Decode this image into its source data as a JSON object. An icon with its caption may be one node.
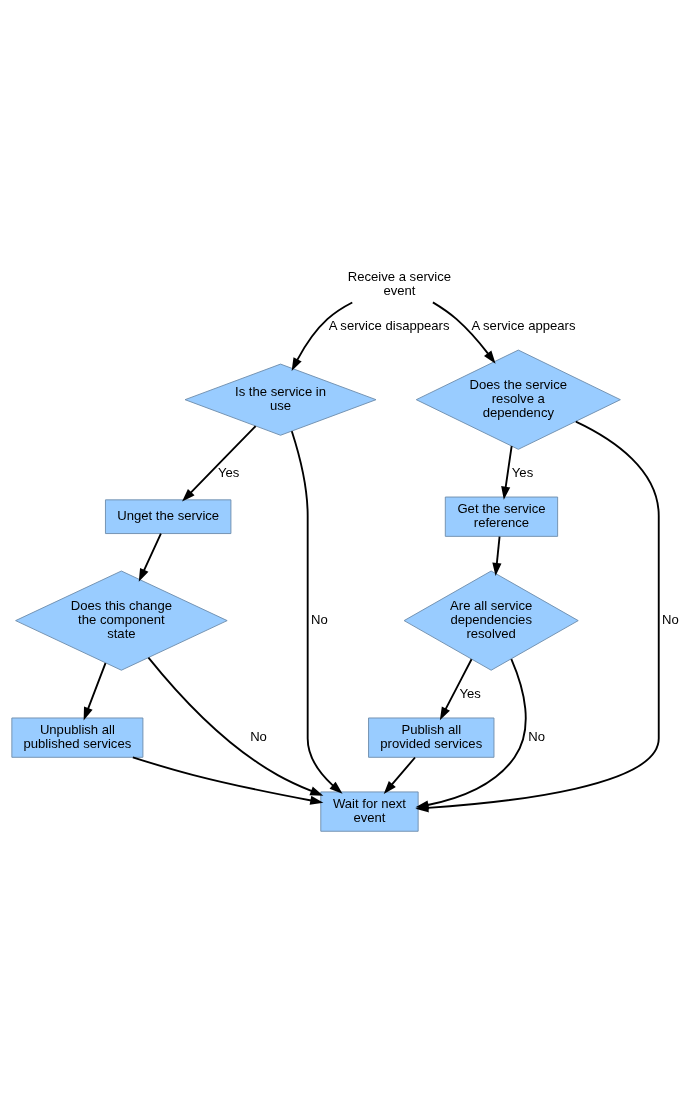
{
  "diagram": {
    "nodes": [
      {
        "text": [
          "Receive a service event"
        ]
      },
      {
        "text": [
          "Is the service in use"
        ]
      },
      {
        "text": [
          "Does the service resolve a dependency"
        ]
      },
      {
        "text": [
          "Unget the service"
        ]
      },
      {
        "text": [
          "Get the service reference"
        ]
      },
      {
        "text": [
          "Does this change the component state"
        ]
      },
      {
        "text": [
          "Are all service dependencies resolved"
        ]
      },
      {
        "text": [
          "Unpublish all published services"
        ]
      },
      {
        "text": [
          "Publish all provided services"
        ]
      },
      {
        "text": [
          "Wait for next event"
        ]
      }
    ],
    "edges": [
      {
        "from": 0,
        "to": 1,
        "arrow": "to",
        "label": "A service disappears"
      },
      {
        "from": 0,
        "to": 2,
        "arrow": "to",
        "label": "A service appears"
      },
      {
        "from": 1,
        "to": 3,
        "arrow": "to",
        "label": "Yes"
      },
      {
        "from": 1,
        "to": 9,
        "arrow": "to",
        "label": "No"
      },
      {
        "from": 2,
        "to": 4,
        "arrow": "to",
        "label": "Yes"
      },
      {
        "from": 2,
        "to": 9,
        "arrow": "to",
        "label": "No"
      },
      {
        "from": 3,
        "to": 5,
        "arrow": "to"
      },
      {
        "from": 4,
        "to": 6,
        "arrow": "to"
      },
      {
        "from": 5,
        "to": 7,
        "arrow": "to"
      },
      {
        "from": 5,
        "to": 9,
        "arrow": "to",
        "label": "No"
      },
      {
        "from": 6,
        "to": 9,
        "arrow": "to",
        "label": "No"
      },
      {
        "from": 6,
        "to": 8,
        "arrow": "to",
        "label": "Yes"
      },
      {
        "from": 7,
        "to": 9,
        "arrow": "to"
      },
      {
        "from": 8,
        "to": 9,
        "arrow": "to"
      }
    ]
  }
}
